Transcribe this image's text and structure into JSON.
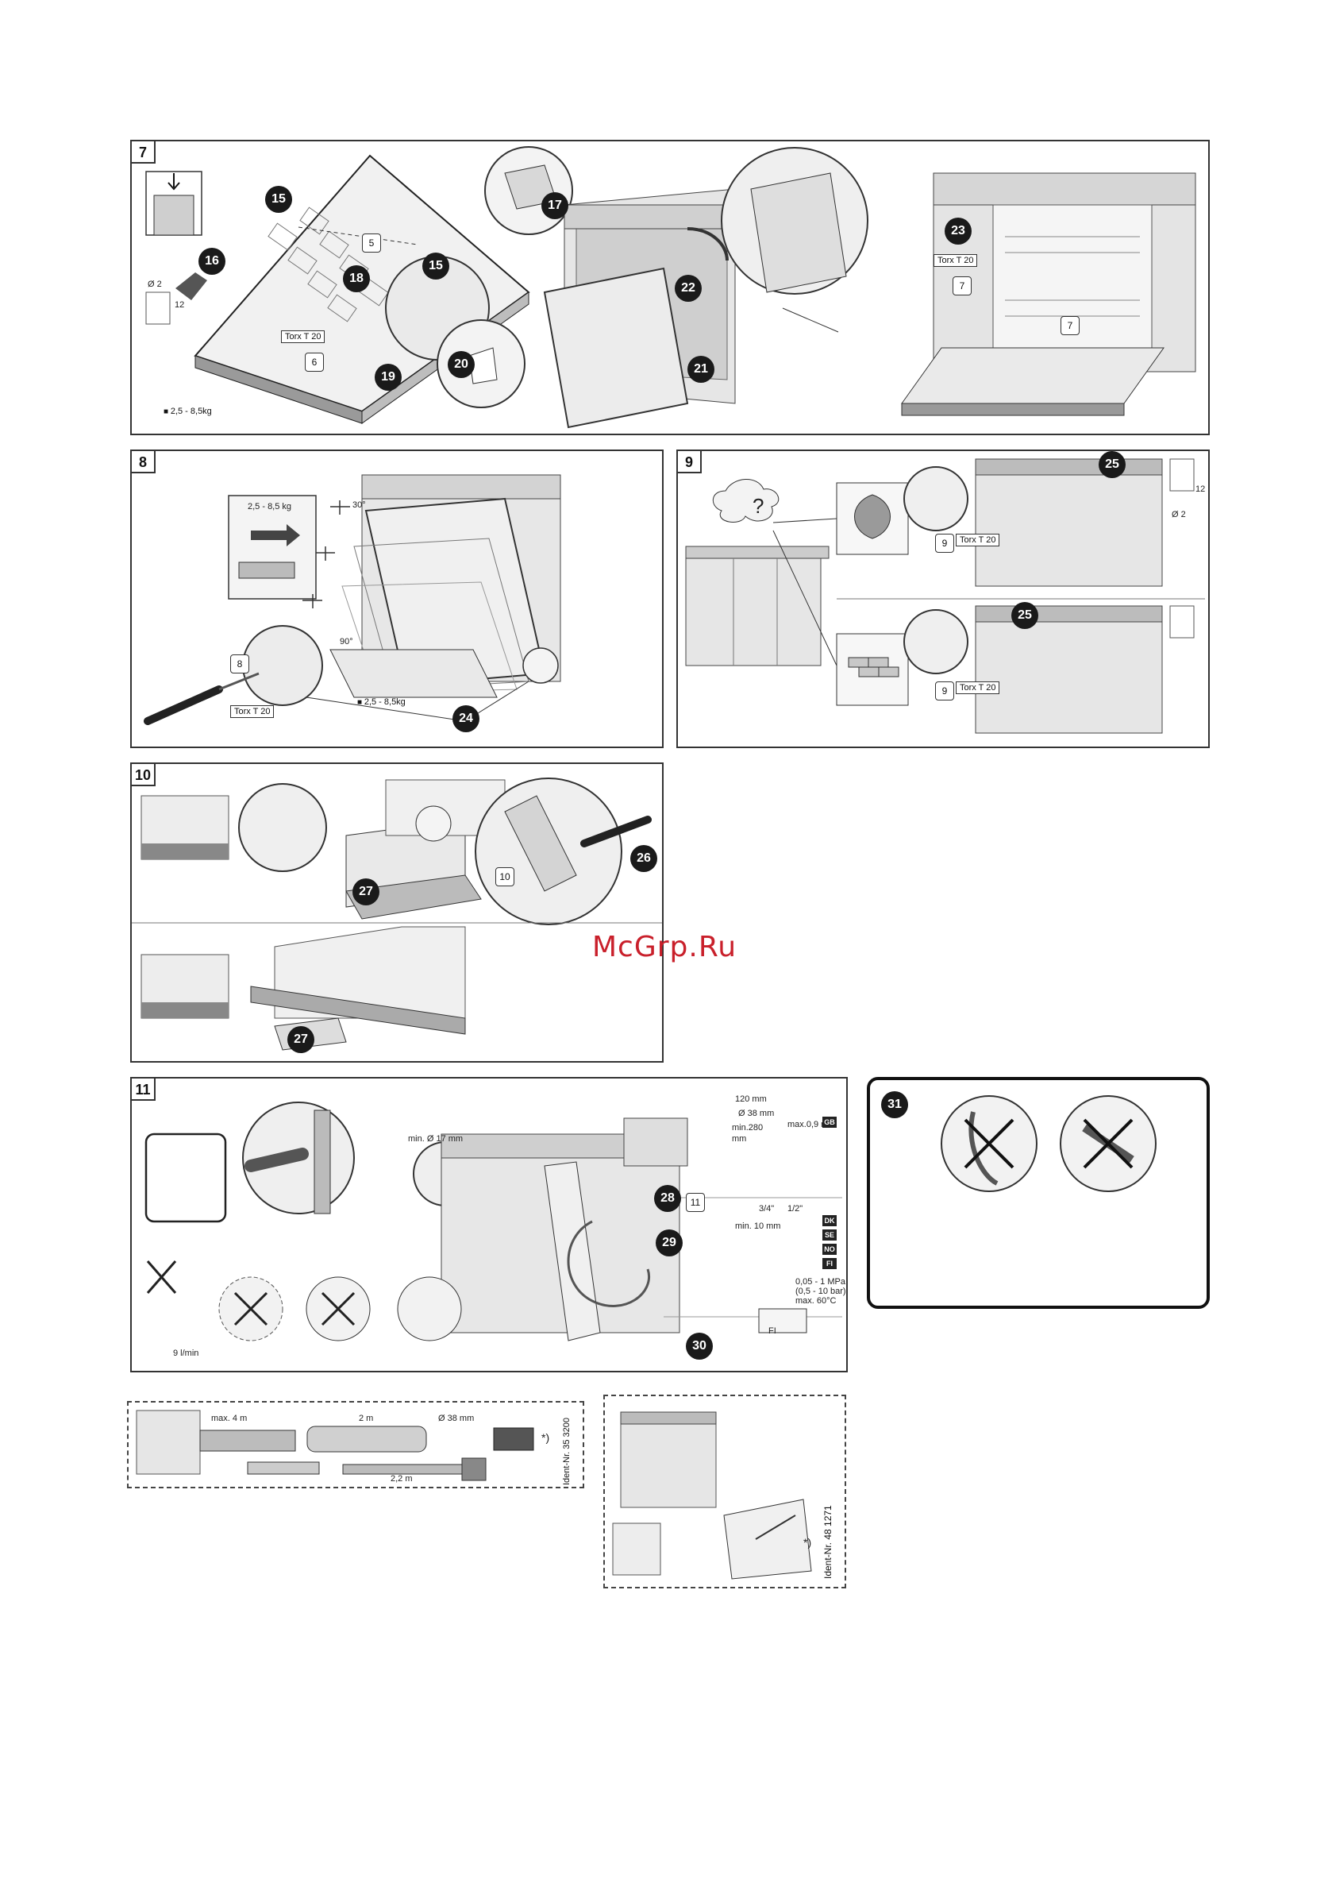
{
  "watermark": "McGrp.Ru",
  "panels": {
    "p7": {
      "number": "7",
      "callouts": [
        "15",
        "16",
        "17",
        "18",
        "15",
        "19",
        "20",
        "21",
        "22",
        "23"
      ],
      "hex": [
        "5",
        "6",
        "7",
        "7"
      ],
      "torx": "Torx T 20",
      "torx2": "Torx T 20",
      "weight": "2,5 - 8,5kg",
      "dim_a": "Ø 2",
      "dim_b": "12"
    },
    "p8": {
      "number": "8",
      "weight_top": "2,5 - 8,5 kg",
      "angle_top": "30°",
      "angle_bottom": "90°",
      "hex": "8",
      "torx": "Torx T 20",
      "weight_bottom": "2,5 - 8,5kg",
      "callout": "24"
    },
    "p9": {
      "number": "9",
      "question": "?",
      "callouts": [
        "25",
        "25"
      ],
      "hex": [
        "9",
        "9"
      ],
      "torx": [
        "Torx T 20",
        "Torx T 20"
      ],
      "dim_a": "Ø 2",
      "dim_b": "12"
    },
    "p10": {
      "number": "10",
      "callouts": [
        "26",
        "27",
        "27"
      ],
      "hex": "10"
    },
    "p11": {
      "number": "11",
      "callouts": [
        "28",
        "29",
        "30"
      ],
      "hex": "11",
      "dims": {
        "d120": "120 mm",
        "d38": "Ø 38 mm",
        "min280": "min.280",
        "mm": "mm",
        "max09": "max.0,9 m",
        "min17": "min. Ø 17 mm",
        "min10": "min. 10 mm",
        "t34": "3/4\"",
        "t12": "1/2\"",
        "pressure1": "0,05 - 1 MPa",
        "pressure2": "(0,5 - 10 bar)",
        "temp": "max. 60°C",
        "flow": "9 l/min",
        "fi": "FI"
      },
      "flags": [
        "GB",
        "DK",
        "SE",
        "NO",
        "FI"
      ]
    },
    "p31": {
      "callout": "31"
    },
    "hose": {
      "max4": "max. 4 m",
      "len2a": "2 m",
      "len22": "2,2 m",
      "d38": "Ø 38 mm",
      "star": "*)",
      "ident": "Ident-Nr. 35 3200"
    },
    "cover": {
      "star": "*)",
      "ident": "Ident-Nr. 48 1271"
    }
  }
}
